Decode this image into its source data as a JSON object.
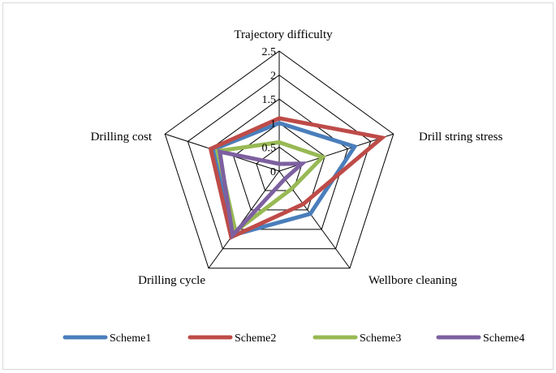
{
  "chart_data": {
    "type": "radar",
    "axes": [
      "Trajectory difficulty",
      "Drill string stress",
      "Wellbore cleaning",
      "Drilling cycle",
      "Drilling cost"
    ],
    "rlim": [
      0,
      2.5
    ],
    "ticks": [
      "0",
      "0.5",
      "1",
      "1.5",
      "2",
      "2.5"
    ],
    "tick_values": [
      0,
      0.5,
      1,
      1.5,
      2,
      2.5
    ],
    "grid": true,
    "legend_position": "bottom",
    "series": [
      {
        "name": "Scheme1",
        "color": "#4a7ebb",
        "values": [
          1.0,
          1.65,
          1.1,
          1.65,
          1.45
        ]
      },
      {
        "name": "Scheme2",
        "color": "#be4b48",
        "values": [
          1.1,
          2.25,
          0.85,
          1.7,
          1.5
        ]
      },
      {
        "name": "Scheme3",
        "color": "#98b954",
        "values": [
          0.6,
          0.95,
          0.45,
          1.55,
          1.35
        ]
      },
      {
        "name": "Scheme4",
        "color": "#7d60a0",
        "values": [
          0.15,
          0.5,
          0.2,
          1.65,
          1.3
        ]
      }
    ]
  }
}
